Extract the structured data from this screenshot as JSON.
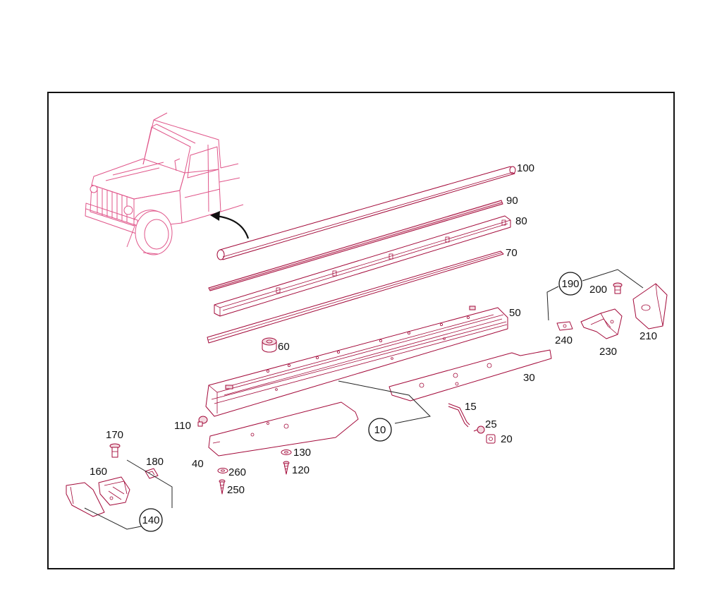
{
  "colors": {
    "parts_stroke": "#a30a3a",
    "truck_stroke": "#e0568a",
    "label_text": "#111111",
    "frame": "#111111",
    "background": "#ffffff"
  },
  "labels": {
    "p100": "100",
    "p90": "90",
    "p80": "80",
    "p70": "70",
    "p50": "50",
    "p60": "60",
    "p30": "30",
    "p10": "10",
    "p15": "15",
    "p25": "25",
    "p20": "20",
    "p110": "110",
    "p40": "40",
    "p130": "130",
    "p120": "120",
    "p260": "260",
    "p250": "250",
    "p170": "170",
    "p180": "180",
    "p160": "160",
    "p140": "140",
    "p190": "190",
    "p200": "200",
    "p210": "210",
    "p240": "240",
    "p230": "230"
  }
}
